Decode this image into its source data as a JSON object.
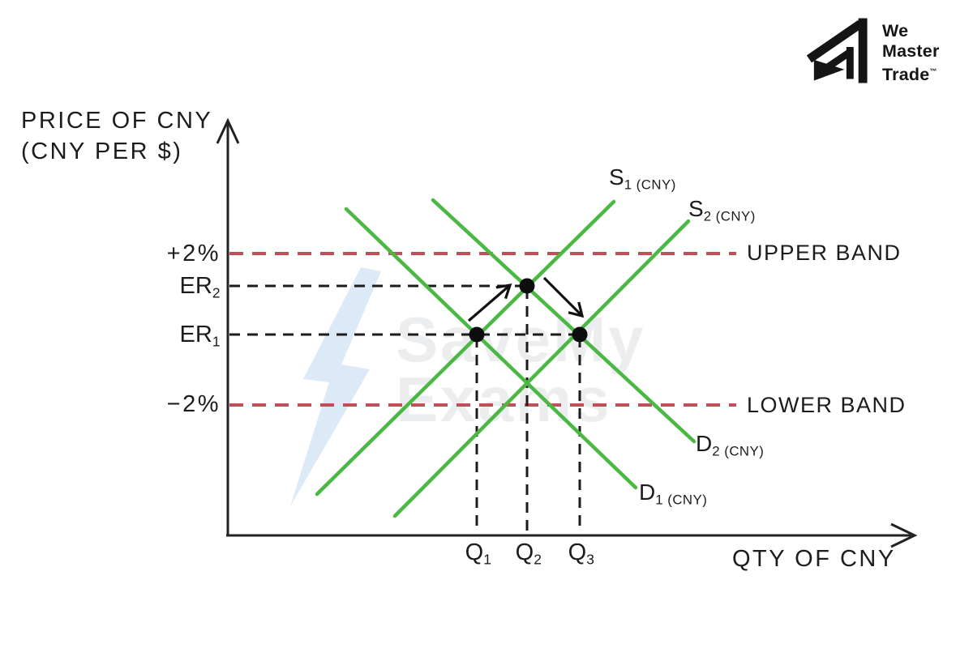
{
  "brand": {
    "name_lines": [
      "We",
      "Master",
      "Trade"
    ],
    "trademark": "™",
    "logo_icon": "triple-arrow-chevron"
  },
  "watermark": {
    "line1": "SaveMy",
    "line2": "Exams",
    "bolt_icon": "lightning-bolt"
  },
  "diagram": {
    "title_y_line1": "PRICE OF CNY",
    "title_y_line2": "(CNY PER $)",
    "title_x": "QTY OF CNY",
    "y_ticks": [
      {
        "main": "+2%",
        "sub": ""
      },
      {
        "main": "ER",
        "sub": "2"
      },
      {
        "main": "ER",
        "sub": "1"
      },
      {
        "main": "−2%",
        "sub": ""
      }
    ],
    "x_ticks": [
      {
        "main": "Q",
        "sub": "1"
      },
      {
        "main": "Q",
        "sub": "2"
      },
      {
        "main": "Q",
        "sub": "3"
      }
    ],
    "band_labels": {
      "upper": "UPPER BAND",
      "lower": "LOWER BAND"
    },
    "curve_labels": {
      "s1": {
        "main": "S",
        "sub": "1 (CNY)"
      },
      "s2": {
        "main": "S",
        "sub": "2 (CNY)"
      },
      "d1": {
        "main": "D",
        "sub": "1 (CNY)"
      },
      "d2": {
        "main": "D",
        "sub": "2 (CNY)"
      }
    },
    "colors": {
      "curve_green": "#4bb843",
      "band_red": "#c14f57",
      "ink": "#1c1c1c",
      "watermark_text": "#ebedef",
      "watermark_bolt": "#dce9f7"
    }
  },
  "chart_data": {
    "type": "line",
    "title": "",
    "xlabel": "QTY OF CNY",
    "ylabel": "PRICE OF CNY (CNY PER $)",
    "x_levels": [
      "Q1",
      "Q2",
      "Q3"
    ],
    "y_levels": [
      {
        "label": "+2%",
        "band": "UPPER BAND",
        "style": "red dashed horizontal"
      },
      {
        "label": "ER2",
        "style": "black dashed horizontal"
      },
      {
        "label": "ER1",
        "style": "black dashed horizontal"
      },
      {
        "label": "−2%",
        "band": "LOWER BAND",
        "style": "red dashed horizontal"
      }
    ],
    "series": [
      {
        "name": "S1 (CNY)",
        "kind": "supply",
        "slope": "positive"
      },
      {
        "name": "S2 (CNY)",
        "kind": "supply",
        "slope": "positive",
        "position": "right of S1"
      },
      {
        "name": "D1 (CNY)",
        "kind": "demand",
        "slope": "negative"
      },
      {
        "name": "D2 (CNY)",
        "kind": "demand",
        "slope": "negative",
        "position": "right of D1"
      }
    ],
    "equilibrium_points": [
      {
        "x": "Q1",
        "y": "ER1",
        "curves": "S1 x D1"
      },
      {
        "x": "Q2",
        "y": "ER2",
        "curves": "S1 x D2"
      },
      {
        "x": "Q3",
        "y": "ER1",
        "curves": "S2 x D2"
      }
    ],
    "annotations": [
      "arrow from equilibrium (Q1, ER1) to equilibrium (Q2, ER2)",
      "arrow from equilibrium (Q2, ER2) to equilibrium (Q3, ER1)"
    ],
    "legend_position": "labels at curve ends",
    "grid": false
  }
}
